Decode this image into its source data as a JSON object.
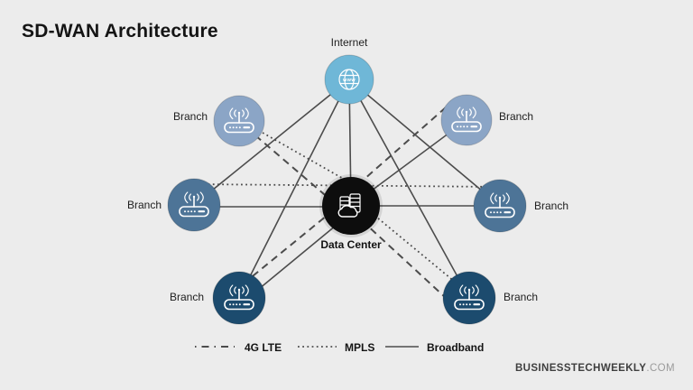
{
  "title": "SD-WAN Architecture",
  "colors": {
    "background": "#ececec",
    "line": "#4c4c4c",
    "internet": "#6fb7d7",
    "branch_top": "#8ba5c6",
    "branch_mid": "#4d7497",
    "branch_bottom": "#1c4b6e",
    "datacenter": "#0d0d0d"
  },
  "nodes": {
    "internet": {
      "label": "Internet",
      "icon": "globe-www-icon",
      "icon_text": "www"
    },
    "datacenter": {
      "label": "Data Center",
      "icon": "datacenter-servers-icon"
    },
    "branches": [
      {
        "label": "Branch",
        "position": "top-left",
        "icon": "wireless-router-icon"
      },
      {
        "label": "Branch",
        "position": "top-right",
        "icon": "wireless-router-icon"
      },
      {
        "label": "Branch",
        "position": "middle-left",
        "icon": "wireless-router-icon"
      },
      {
        "label": "Branch",
        "position": "middle-right",
        "icon": "wireless-router-icon"
      },
      {
        "label": "Branch",
        "position": "bottom-left",
        "icon": "wireless-router-icon"
      },
      {
        "label": "Branch",
        "position": "bottom-right",
        "icon": "wireless-router-icon"
      }
    ]
  },
  "links": {
    "types": {
      "dashed": "4G LTE",
      "dotted": "MPLS",
      "solid": "Broadband"
    },
    "connections": [
      {
        "from": "Internet",
        "to": "Data Center",
        "type": "Broadband"
      },
      {
        "from": "Internet",
        "to": "Branch middle-left",
        "type": "Broadband"
      },
      {
        "from": "Internet",
        "to": "Branch middle-right",
        "type": "Broadband"
      },
      {
        "from": "Internet",
        "to": "Branch bottom-left",
        "type": "Broadband"
      },
      {
        "from": "Internet",
        "to": "Branch bottom-right",
        "type": "Broadband"
      },
      {
        "from": "Branch top-left",
        "to": "Data Center",
        "type": "MPLS"
      },
      {
        "from": "Branch top-left",
        "to": "Data Center",
        "type": "4G LTE"
      },
      {
        "from": "Branch top-right",
        "to": "Data Center",
        "type": "Broadband"
      },
      {
        "from": "Branch top-right",
        "to": "Data Center",
        "type": "4G LTE"
      },
      {
        "from": "Branch middle-left",
        "to": "Data Center",
        "type": "Broadband"
      },
      {
        "from": "Branch middle-left",
        "to": "Branch middle-right",
        "type": "MPLS"
      },
      {
        "from": "Branch middle-right",
        "to": "Data Center",
        "type": "Broadband"
      },
      {
        "from": "Branch bottom-left",
        "to": "Data Center",
        "type": "4G LTE"
      },
      {
        "from": "Branch bottom-left",
        "to": "Data Center",
        "type": "Broadband"
      },
      {
        "from": "Branch bottom-right",
        "to": "Data Center",
        "type": "MPLS"
      },
      {
        "from": "Branch bottom-right",
        "to": "Data Center",
        "type": "4G LTE"
      }
    ]
  },
  "legend": {
    "items": [
      {
        "line_style": "dashed",
        "label": "4G LTE"
      },
      {
        "line_style": "dotted",
        "label": "MPLS"
      },
      {
        "line_style": "solid",
        "label": "Broadband"
      }
    ]
  },
  "watermark": {
    "brand": "BUSINESSTECHWEEKLY",
    "suffix": ".COM"
  }
}
